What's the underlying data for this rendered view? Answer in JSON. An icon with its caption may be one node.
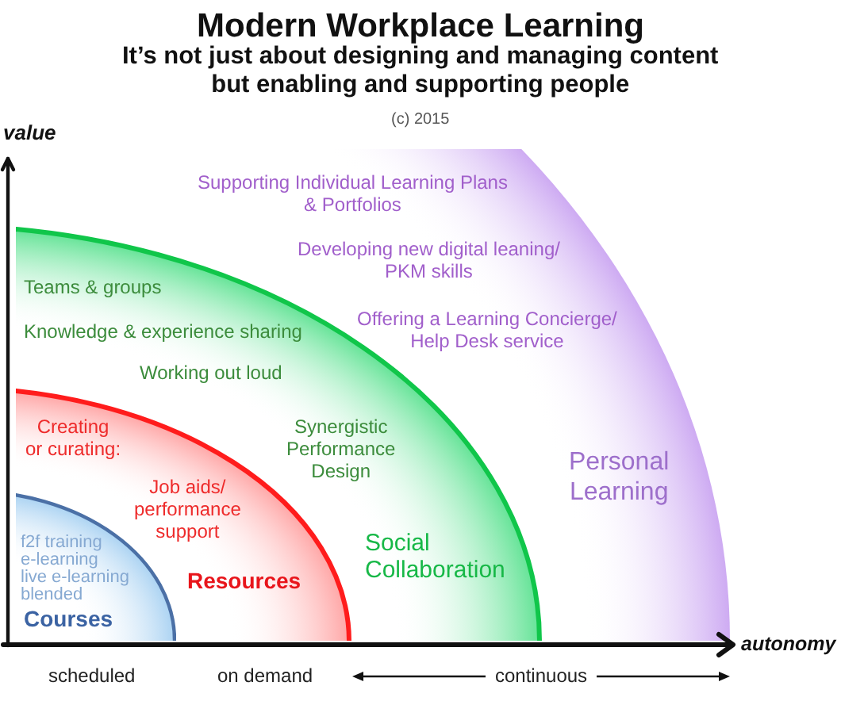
{
  "diagram": {
    "title": "Modern Workplace Learning",
    "nodes": [
      {
        "text": [
          "Supporting Individual Learning Plans & Portfolios",
          "Developing new digital leaning/ PKM skills",
          "Offering a Learning Concierge/ Help Desk service",
          "Personal Learning"
        ]
      },
      {
        "text": [
          "Teams & groups",
          "Knowledge & experience sharing",
          "Working out loud",
          "Synergistic Performance Design",
          "Social Collaboration"
        ],
        "in": 0
      },
      {
        "text": [
          "Creating or curating:",
          "Job aids/ performance support",
          "Resources"
        ],
        "in": 1
      },
      {
        "text": [
          "f2f training",
          "e-learning",
          "live e-learning",
          "blended",
          "Courses"
        ],
        "in": 2
      }
    ],
    "labels": [
      "It’s not just about designing and managing content but enabling and supporting people",
      "(c) 2015",
      "value",
      "autonomy",
      "scheduled",
      "on demand",
      "continuous"
    ]
  }
}
